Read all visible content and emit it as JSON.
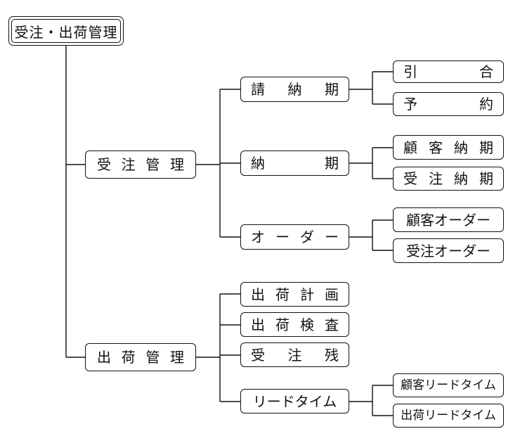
{
  "root": {
    "label": "受注・出荷管理"
  },
  "juchu": {
    "label": "受注管理",
    "chars": [
      "受",
      "注",
      "管",
      "理"
    ],
    "children": {
      "uke_nouki": {
        "label": "請納期",
        "chars": [
          "請",
          "納",
          "期"
        ],
        "children": [
          {
            "chars": [
              "引",
              "合"
            ]
          },
          {
            "chars": [
              "予",
              "約"
            ]
          }
        ]
      },
      "nouki": {
        "label": "納期",
        "chars": [
          "納",
          "期"
        ],
        "children": [
          {
            "chars": [
              "顧",
              "客",
              "納",
              "期"
            ]
          },
          {
            "chars": [
              "受",
              "注",
              "納",
              "期"
            ]
          }
        ]
      },
      "order": {
        "label": "オーダー",
        "chars": [
          "オ",
          "ー",
          "ダ",
          "ー"
        ],
        "children": [
          {
            "label": "顧客オーダー"
          },
          {
            "label": "受注オーダー"
          }
        ]
      }
    }
  },
  "shukka": {
    "label": "出荷管理",
    "chars": [
      "出",
      "荷",
      "管",
      "理"
    ],
    "children": {
      "keikaku": {
        "chars": [
          "出",
          "荷",
          "計",
          "画"
        ]
      },
      "kensa": {
        "chars": [
          "出",
          "荷",
          "検",
          "査"
        ]
      },
      "zan": {
        "chars": [
          "受",
          "注",
          "残"
        ]
      },
      "leadtime": {
        "label": "リードタイム",
        "children": [
          {
            "label": "顧客リードタイム"
          },
          {
            "label": "出荷リードタイム"
          }
        ]
      }
    }
  }
}
